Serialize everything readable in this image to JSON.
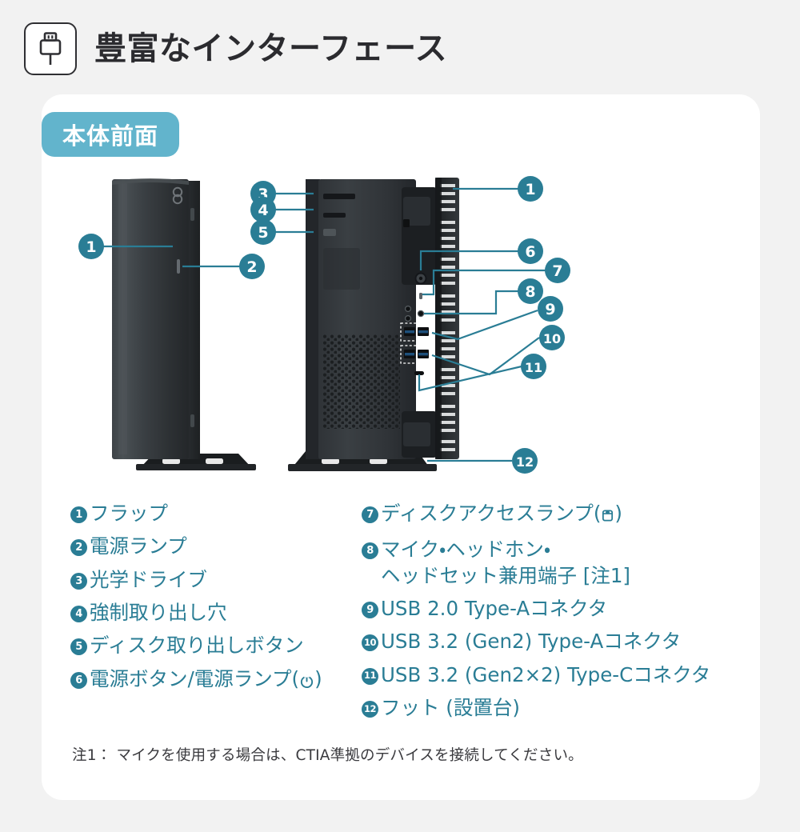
{
  "header": {
    "title": "豊富なインターフェース",
    "icon": "usb-plug-icon"
  },
  "card": {
    "tab_label": "本体前面"
  },
  "figure": {
    "left_view_name": "tower-front-closed",
    "right_view_name": "tower-front-flap-open",
    "callouts": [
      "1",
      "2",
      "3",
      "4",
      "5",
      "6",
      "7",
      "8",
      "9",
      "10",
      "11",
      "12"
    ]
  },
  "legend": {
    "left": [
      {
        "num": "1",
        "text": "フラップ"
      },
      {
        "num": "2",
        "text": "電源ランプ"
      },
      {
        "num": "3",
        "text": "光学ドライブ"
      },
      {
        "num": "4",
        "text": "強制取り出し穴"
      },
      {
        "num": "5",
        "text": "ディスク取り出しボタン"
      },
      {
        "num": "6",
        "text": "電源ボタン/電源ランプ(",
        "suffix": ")",
        "symbol": "power-icon"
      }
    ],
    "right": [
      {
        "num": "7",
        "text": "ディスクアクセスランプ(",
        "suffix": ")",
        "symbol": "disk-icon"
      },
      {
        "num": "8",
        "text": "マイク・ヘッドホン・\nヘッドセット兼用端子 [注1]"
      },
      {
        "num": "9",
        "text": "USB 2.0 Type-Aコネクタ"
      },
      {
        "num": "10",
        "text": "USB 3.2 (Gen2) Type-Aコネクタ"
      },
      {
        "num": "11",
        "text": "USB 3.2 (Gen2×2) Type-Cコネクタ"
      },
      {
        "num": "12",
        "text": "フット (設置台)"
      }
    ]
  },
  "footnote": {
    "text": "注1： マイクを使用する場合は、CTIA準拠のデバイスを接続してください。"
  },
  "colors": {
    "page_background": "#f2f2f2",
    "card_background": "#ffffff",
    "tab": "#62b4cc",
    "accent": "#2a7d95",
    "title": "#2b2b2f",
    "footnote": "#3a3a3e"
  }
}
